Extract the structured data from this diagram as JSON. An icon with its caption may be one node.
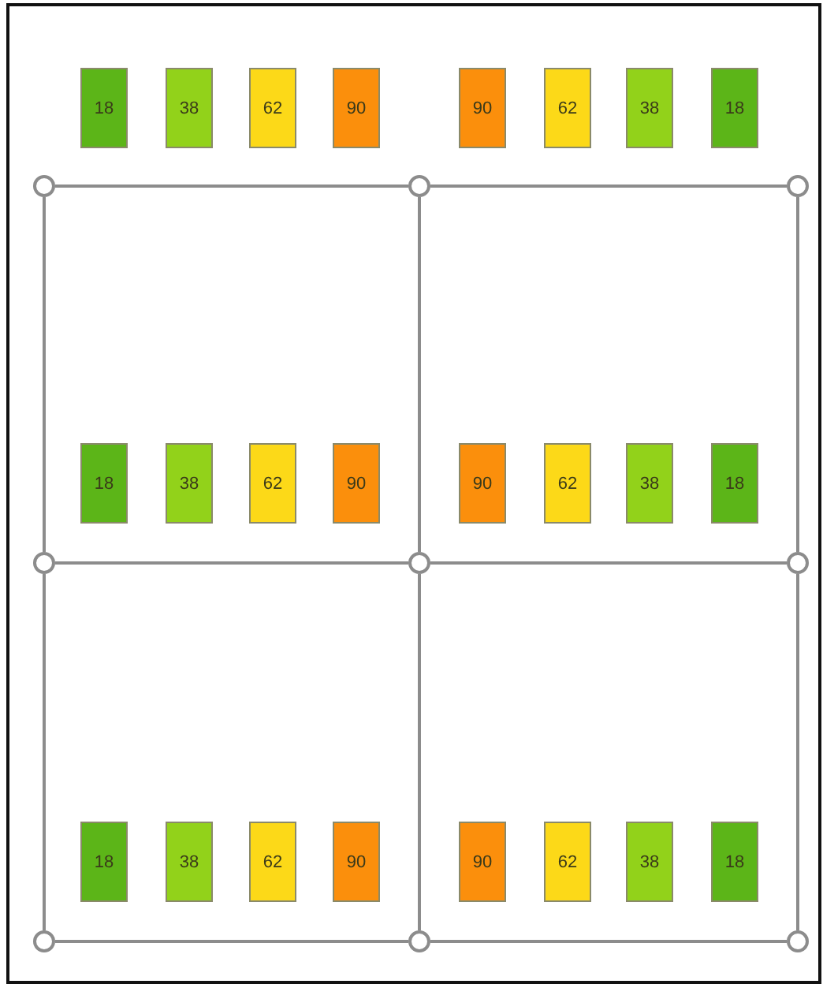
{
  "diagram": {
    "nodes": [
      {
        "text": [
          "18"
        ]
      },
      {
        "text": [
          "38"
        ]
      },
      {
        "text": [
          "62"
        ]
      },
      {
        "text": [
          "90"
        ]
      },
      {
        "text": [
          "90"
        ]
      },
      {
        "text": [
          "62"
        ]
      },
      {
        "text": [
          "38"
        ]
      },
      {
        "text": [
          "18"
        ]
      },
      {
        "text": [],
        "shape": "circle"
      },
      {
        "text": [],
        "shape": "circle"
      },
      {
        "text": [],
        "shape": "circle"
      },
      {
        "text": [
          "18"
        ]
      },
      {
        "text": [
          "38"
        ]
      },
      {
        "text": [
          "62"
        ]
      },
      {
        "text": [
          "90"
        ]
      },
      {
        "text": [
          "90"
        ]
      },
      {
        "text": [
          "62"
        ]
      },
      {
        "text": [
          "38"
        ]
      },
      {
        "text": [
          "18"
        ]
      },
      {
        "text": [],
        "shape": "circle"
      },
      {
        "text": [],
        "shape": "circle"
      },
      {
        "text": [],
        "shape": "circle"
      },
      {
        "text": [
          "18"
        ]
      },
      {
        "text": [
          "38"
        ]
      },
      {
        "text": [
          "62"
        ]
      },
      {
        "text": [
          "90"
        ]
      },
      {
        "text": [
          "90"
        ]
      },
      {
        "text": [
          "62"
        ]
      },
      {
        "text": [
          "38"
        ]
      },
      {
        "text": [
          "18"
        ]
      },
      {
        "text": [],
        "shape": "circle"
      },
      {
        "text": [],
        "shape": "circle"
      },
      {
        "text": [],
        "shape": "circle"
      }
    ],
    "edges": [
      {
        "from": 8,
        "to": 9,
        "arrow": "none"
      },
      {
        "from": 9,
        "to": 10,
        "arrow": "none"
      },
      {
        "from": 19,
        "to": 20,
        "arrow": "none"
      },
      {
        "from": 20,
        "to": 21,
        "arrow": "none"
      },
      {
        "from": 30,
        "to": 31,
        "arrow": "none"
      },
      {
        "from": 31,
        "to": 32,
        "arrow": "none"
      },
      {
        "from": 8,
        "to": 19,
        "arrow": "none"
      },
      {
        "from": 19,
        "to": 30,
        "arrow": "none"
      },
      {
        "from": 9,
        "to": 20,
        "arrow": "none"
      },
      {
        "from": 20,
        "to": 31,
        "arrow": "none"
      },
      {
        "from": 10,
        "to": 21,
        "arrow": "none"
      },
      {
        "from": 21,
        "to": 32,
        "arrow": "none"
      }
    ]
  }
}
